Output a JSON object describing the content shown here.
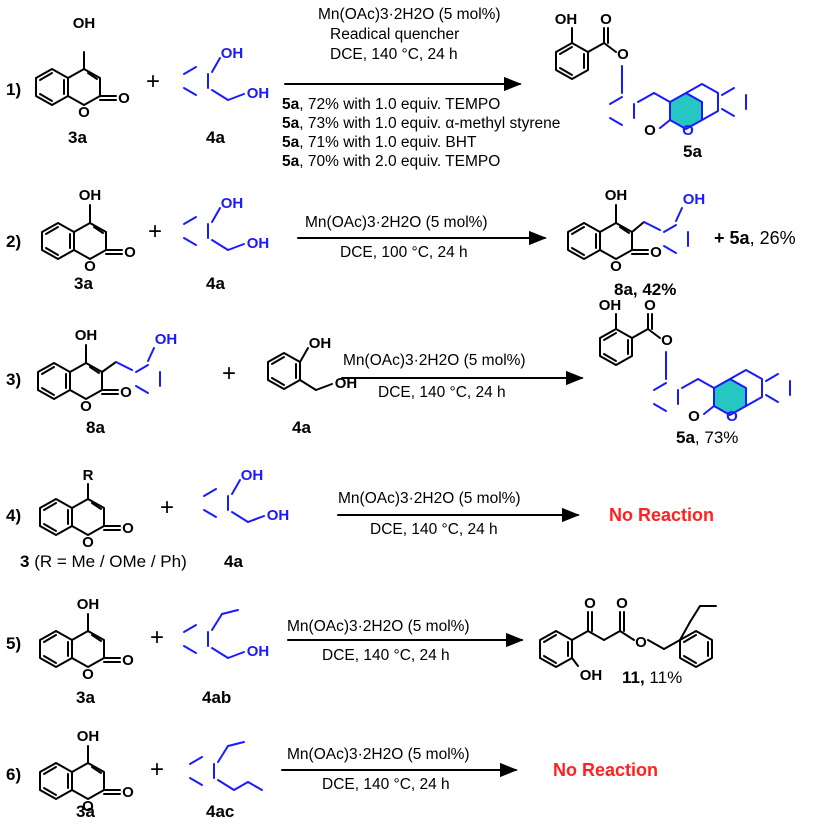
{
  "colors": {
    "accent_blue": "#1a1aff",
    "no_reaction_red": "#ff2020",
    "highlight_teal": "#26c6c2"
  },
  "atoms": {
    "oh": "OH",
    "o": "O"
  },
  "reactions": [
    {
      "number": "1)",
      "reactant1_label": "3a",
      "reactant2_label": "4a",
      "conditions": [
        "Mn(OAc)3·2H2O (5 mol%)",
        "Readical quencher",
        "DCE, 140 °C, 24 h"
      ],
      "results": [
        {
          "compound": "5a",
          "text": ", 72% with 1.0 equiv. TEMPO"
        },
        {
          "compound": "5a",
          "text": ", 73% with 1.0 equiv. α-methyl styrene"
        },
        {
          "compound": "5a",
          "text": ", 71% with 1.0 equiv. BHT"
        },
        {
          "compound": "5a",
          "text": ", 70% with 2.0 equiv. TEMPO"
        }
      ],
      "product_label": "5a"
    },
    {
      "number": "2)",
      "reactant1_label": "3a",
      "reactant2_label": "4a",
      "conditions": [
        "Mn(OAc)3·2H2O (5 mol%)",
        "DCE, 100 °C, 24 h"
      ],
      "product_label": "8a, 42%",
      "extra_product": "5a",
      "extra_yield": ", 26%"
    },
    {
      "number": "3)",
      "reactant1_label": "8a",
      "reactant2_label": "4a",
      "conditions": [
        "Mn(OAc)3·2H2O (5 mol%)",
        "DCE, 140 °C, 24 h"
      ],
      "product_label": "5a",
      "product_yield": ", 73%"
    },
    {
      "number": "4)",
      "reactant1_label": "3",
      "reactant1_note": " (R = Me / OMe / Ph)",
      "reactant1_substituent": "R",
      "reactant2_label": "4a",
      "conditions": [
        "Mn(OAc)3·2H2O (5 mol%)",
        "DCE, 140 °C, 24 h"
      ],
      "outcome": "No Reaction"
    },
    {
      "number": "5)",
      "reactant1_label": "3a",
      "reactant2_label": "4ab",
      "conditions": [
        "Mn(OAc)3·2H2O (5 mol%)",
        "DCE, 140 °C, 24 h"
      ],
      "product_label": "11,",
      "product_yield": " 11%"
    },
    {
      "number": "6)",
      "reactant1_label": "3a",
      "reactant2_label": "4ac",
      "conditions": [
        "Mn(OAc)3·2H2O (5 mol%)",
        "DCE, 140 °C, 24 h"
      ],
      "outcome": "No Reaction"
    }
  ],
  "plus_sign": "+"
}
